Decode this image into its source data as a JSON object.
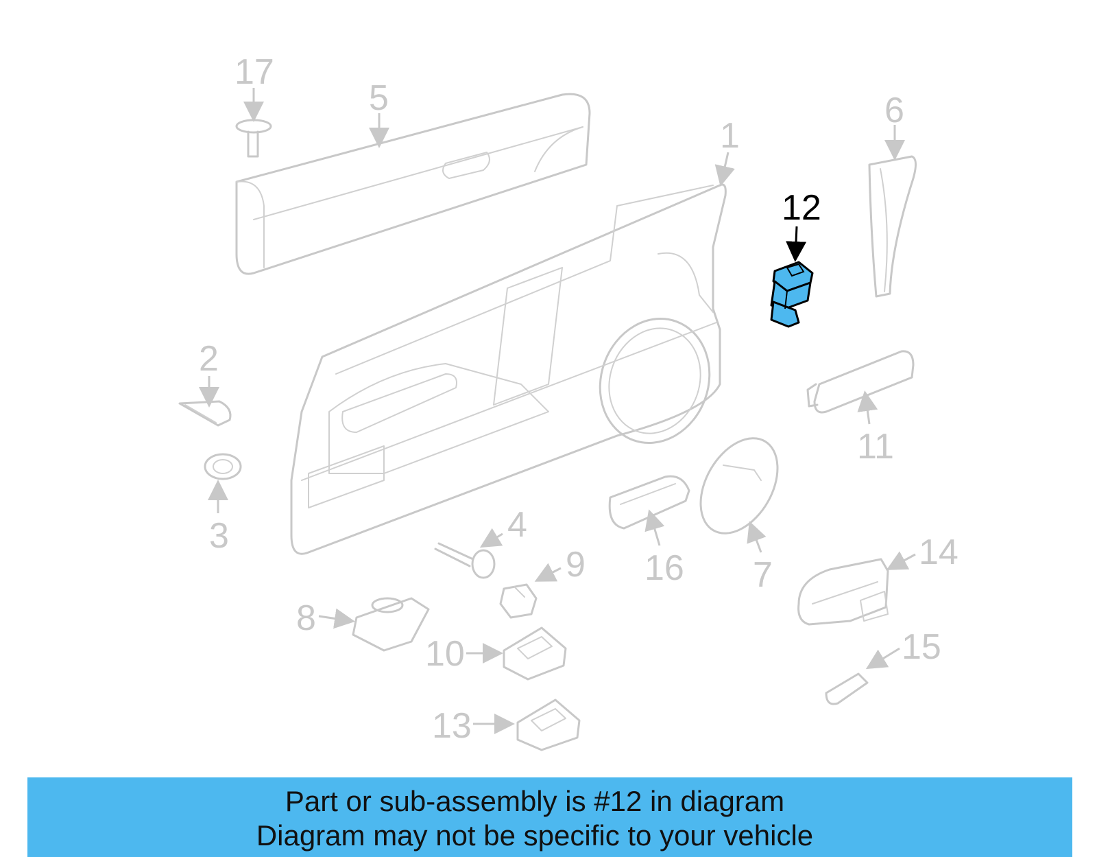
{
  "diagram": {
    "callouts": [
      "1",
      "2",
      "3",
      "4",
      "5",
      "6",
      "7",
      "8",
      "9",
      "10",
      "11",
      "12",
      "13",
      "14",
      "15",
      "16",
      "17"
    ],
    "highlighted_callout": "12",
    "colors": {
      "highlight_fill": "#4db8ef",
      "ghost_stroke": "#c8c8c8",
      "banner_bg": "#4db8ef",
      "active_label": "#000000"
    }
  },
  "banner": {
    "line1": "Part or sub-assembly is #12 in diagram",
    "line2": "Diagram may not be specific to your vehicle"
  }
}
